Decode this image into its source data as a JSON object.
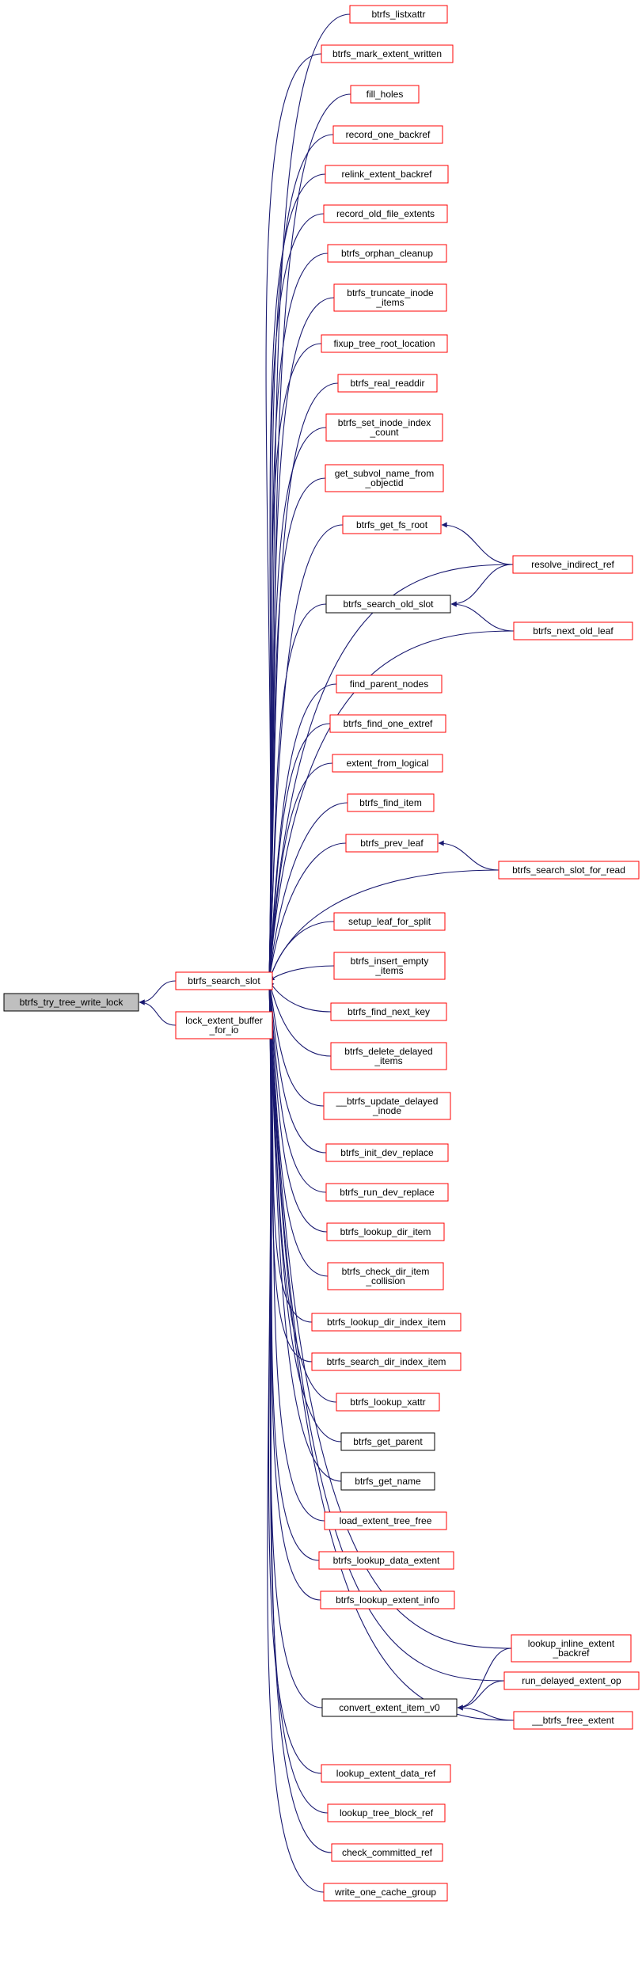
{
  "colors": {
    "edge": "#191970",
    "border_red": "#ff0000",
    "border_black": "#000000",
    "focus_fill": "#bfbfbf",
    "background": "#ffffff"
  },
  "nodes": [
    {
      "id": "focus",
      "lines": [
        "btrfs_try_tree_write_lock"
      ],
      "style": "focus"
    },
    {
      "id": "search_slot",
      "lines": [
        "btrfs_search_slot"
      ],
      "style": "red"
    },
    {
      "id": "lock_extent",
      "lines": [
        "lock_extent_buffer",
        "_for_io"
      ],
      "style": "red"
    },
    {
      "id": "listxattr",
      "lines": [
        "btrfs_listxattr"
      ],
      "style": "red"
    },
    {
      "id": "mark_extent",
      "lines": [
        "btrfs_mark_extent_written"
      ],
      "style": "red"
    },
    {
      "id": "fill_holes",
      "lines": [
        "fill_holes"
      ],
      "style": "red"
    },
    {
      "id": "record_one_backref",
      "lines": [
        "record_one_backref"
      ],
      "style": "red"
    },
    {
      "id": "relink",
      "lines": [
        "relink_extent_backref"
      ],
      "style": "red"
    },
    {
      "id": "record_old",
      "lines": [
        "record_old_file_extents"
      ],
      "style": "red"
    },
    {
      "id": "orphan",
      "lines": [
        "btrfs_orphan_cleanup"
      ],
      "style": "red"
    },
    {
      "id": "truncate",
      "lines": [
        "btrfs_truncate_inode",
        "_items"
      ],
      "style": "red"
    },
    {
      "id": "fixup",
      "lines": [
        "fixup_tree_root_location"
      ],
      "style": "red"
    },
    {
      "id": "real_readdir",
      "lines": [
        "btrfs_real_readdir"
      ],
      "style": "red"
    },
    {
      "id": "set_inode",
      "lines": [
        "btrfs_set_inode_index",
        "_count"
      ],
      "style": "red"
    },
    {
      "id": "get_subvol",
      "lines": [
        "get_subvol_name_from",
        "_objectid"
      ],
      "style": "red"
    },
    {
      "id": "get_fs_root",
      "lines": [
        "btrfs_get_fs_root"
      ],
      "style": "red"
    },
    {
      "id": "resolve",
      "lines": [
        "resolve_indirect_ref"
      ],
      "style": "red"
    },
    {
      "id": "search_old",
      "lines": [
        "btrfs_search_old_slot"
      ],
      "style": "black"
    },
    {
      "id": "next_old",
      "lines": [
        "btrfs_next_old_leaf"
      ],
      "style": "red"
    },
    {
      "id": "find_parent",
      "lines": [
        "find_parent_nodes"
      ],
      "style": "red"
    },
    {
      "id": "find_one_extref",
      "lines": [
        "btrfs_find_one_extref"
      ],
      "style": "red"
    },
    {
      "id": "extent_from_logical",
      "lines": [
        "extent_from_logical"
      ],
      "style": "red"
    },
    {
      "id": "find_item",
      "lines": [
        "btrfs_find_item"
      ],
      "style": "red"
    },
    {
      "id": "prev_leaf",
      "lines": [
        "btrfs_prev_leaf"
      ],
      "style": "red"
    },
    {
      "id": "search_for_read",
      "lines": [
        "btrfs_search_slot_for_read"
      ],
      "style": "red"
    },
    {
      "id": "setup_leaf",
      "lines": [
        "setup_leaf_for_split"
      ],
      "style": "red"
    },
    {
      "id": "insert_empty",
      "lines": [
        "btrfs_insert_empty",
        "_items"
      ],
      "style": "red"
    },
    {
      "id": "find_next_key",
      "lines": [
        "btrfs_find_next_key"
      ],
      "style": "red"
    },
    {
      "id": "delete_delayed",
      "lines": [
        "btrfs_delete_delayed",
        "_items"
      ],
      "style": "red"
    },
    {
      "id": "update_delayed",
      "lines": [
        "__btrfs_update_delayed",
        "_inode"
      ],
      "style": "red"
    },
    {
      "id": "init_dev",
      "lines": [
        "btrfs_init_dev_replace"
      ],
      "style": "red"
    },
    {
      "id": "run_dev",
      "lines": [
        "btrfs_run_dev_replace"
      ],
      "style": "red"
    },
    {
      "id": "lookup_dir",
      "lines": [
        "btrfs_lookup_dir_item"
      ],
      "style": "red"
    },
    {
      "id": "check_dir",
      "lines": [
        "btrfs_check_dir_item",
        "_collision"
      ],
      "style": "red"
    },
    {
      "id": "lookup_dir_index",
      "lines": [
        "btrfs_lookup_dir_index_item"
      ],
      "style": "red"
    },
    {
      "id": "search_dir_index",
      "lines": [
        "btrfs_search_dir_index_item"
      ],
      "style": "red"
    },
    {
      "id": "lookup_xattr",
      "lines": [
        "btrfs_lookup_xattr"
      ],
      "style": "red"
    },
    {
      "id": "get_parent",
      "lines": [
        "btrfs_get_parent"
      ],
      "style": "black"
    },
    {
      "id": "get_name",
      "lines": [
        "btrfs_get_name"
      ],
      "style": "black"
    },
    {
      "id": "load_extent",
      "lines": [
        "load_extent_tree_free"
      ],
      "style": "red"
    },
    {
      "id": "lookup_data_extent",
      "lines": [
        "btrfs_lookup_data_extent"
      ],
      "style": "red"
    },
    {
      "id": "lookup_extent_info",
      "lines": [
        "btrfs_lookup_extent_info"
      ],
      "style": "red"
    },
    {
      "id": "lookup_inline",
      "lines": [
        "lookup_inline_extent",
        "_backref"
      ],
      "style": "red"
    },
    {
      "id": "convert",
      "lines": [
        "convert_extent_item_v0"
      ],
      "style": "black"
    },
    {
      "id": "run_delayed",
      "lines": [
        "run_delayed_extent_op"
      ],
      "style": "red"
    },
    {
      "id": "free_extent",
      "lines": [
        "__btrfs_free_extent"
      ],
      "style": "red"
    },
    {
      "id": "lookup_extent_data_ref",
      "lines": [
        "lookup_extent_data_ref"
      ],
      "style": "red"
    },
    {
      "id": "lookup_tree_block",
      "lines": [
        "lookup_tree_block_ref"
      ],
      "style": "red"
    },
    {
      "id": "check_committed",
      "lines": [
        "check_committed_ref"
      ],
      "style": "red"
    },
    {
      "id": "write_one_cache",
      "lines": [
        "write_one_cache_group"
      ],
      "style": "red"
    }
  ],
  "edges": [
    [
      "search_slot",
      "focus"
    ],
    [
      "lock_extent",
      "focus"
    ],
    [
      "listxattr",
      "search_slot"
    ],
    [
      "mark_extent",
      "search_slot"
    ],
    [
      "fill_holes",
      "search_slot"
    ],
    [
      "record_one_backref",
      "search_slot"
    ],
    [
      "relink",
      "search_slot"
    ],
    [
      "record_old",
      "search_slot"
    ],
    [
      "orphan",
      "search_slot"
    ],
    [
      "truncate",
      "search_slot"
    ],
    [
      "fixup",
      "search_slot"
    ],
    [
      "real_readdir",
      "search_slot"
    ],
    [
      "set_inode",
      "search_slot"
    ],
    [
      "get_subvol",
      "search_slot"
    ],
    [
      "get_fs_root",
      "search_slot"
    ],
    [
      "resolve",
      "search_slot"
    ],
    [
      "search_old",
      "search_slot"
    ],
    [
      "next_old",
      "search_slot"
    ],
    [
      "find_parent",
      "search_slot"
    ],
    [
      "find_one_extref",
      "search_slot"
    ],
    [
      "extent_from_logical",
      "search_slot"
    ],
    [
      "find_item",
      "search_slot"
    ],
    [
      "prev_leaf",
      "search_slot"
    ],
    [
      "search_for_read",
      "search_slot"
    ],
    [
      "setup_leaf",
      "search_slot"
    ],
    [
      "insert_empty",
      "search_slot"
    ],
    [
      "find_next_key",
      "search_slot"
    ],
    [
      "delete_delayed",
      "search_slot"
    ],
    [
      "update_delayed",
      "search_slot"
    ],
    [
      "init_dev",
      "search_slot"
    ],
    [
      "run_dev",
      "search_slot"
    ],
    [
      "lookup_dir",
      "search_slot"
    ],
    [
      "check_dir",
      "search_slot"
    ],
    [
      "lookup_dir_index",
      "search_slot"
    ],
    [
      "search_dir_index",
      "search_slot"
    ],
    [
      "lookup_xattr",
      "search_slot"
    ],
    [
      "get_parent",
      "search_slot"
    ],
    [
      "get_name",
      "search_slot"
    ],
    [
      "load_extent",
      "search_slot"
    ],
    [
      "lookup_data_extent",
      "search_slot"
    ],
    [
      "lookup_extent_info",
      "search_slot"
    ],
    [
      "lookup_inline",
      "search_slot"
    ],
    [
      "convert",
      "search_slot"
    ],
    [
      "run_delayed",
      "search_slot"
    ],
    [
      "free_extent",
      "search_slot"
    ],
    [
      "lookup_extent_data_ref",
      "search_slot"
    ],
    [
      "lookup_tree_block",
      "search_slot"
    ],
    [
      "check_committed",
      "search_slot"
    ],
    [
      "write_one_cache",
      "search_slot"
    ],
    [
      "resolve",
      "get_fs_root"
    ],
    [
      "resolve",
      "search_old"
    ],
    [
      "next_old",
      "search_old"
    ],
    [
      "search_for_read",
      "prev_leaf"
    ],
    [
      "lookup_inline",
      "convert"
    ],
    [
      "run_delayed",
      "convert"
    ],
    [
      "free_extent",
      "convert"
    ]
  ]
}
